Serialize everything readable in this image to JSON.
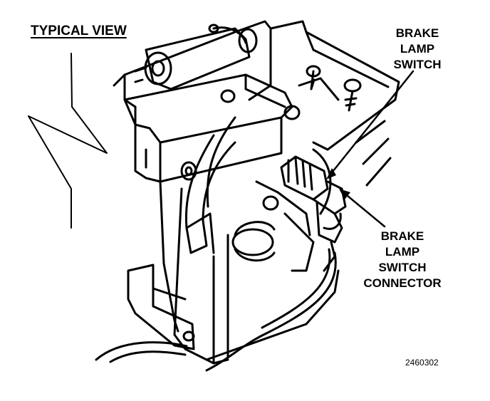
{
  "title": "TYPICAL VIEW",
  "callouts": {
    "brake_lamp_switch": [
      "BRAKE",
      "LAMP",
      "SWITCH"
    ],
    "brake_lamp_switch_connector": [
      "BRAKE",
      "LAMP",
      "SWITCH",
      "CONNECTOR"
    ]
  },
  "figure_number": "2460302",
  "colors": {
    "ink": "#000000",
    "paper": "#ffffff"
  }
}
